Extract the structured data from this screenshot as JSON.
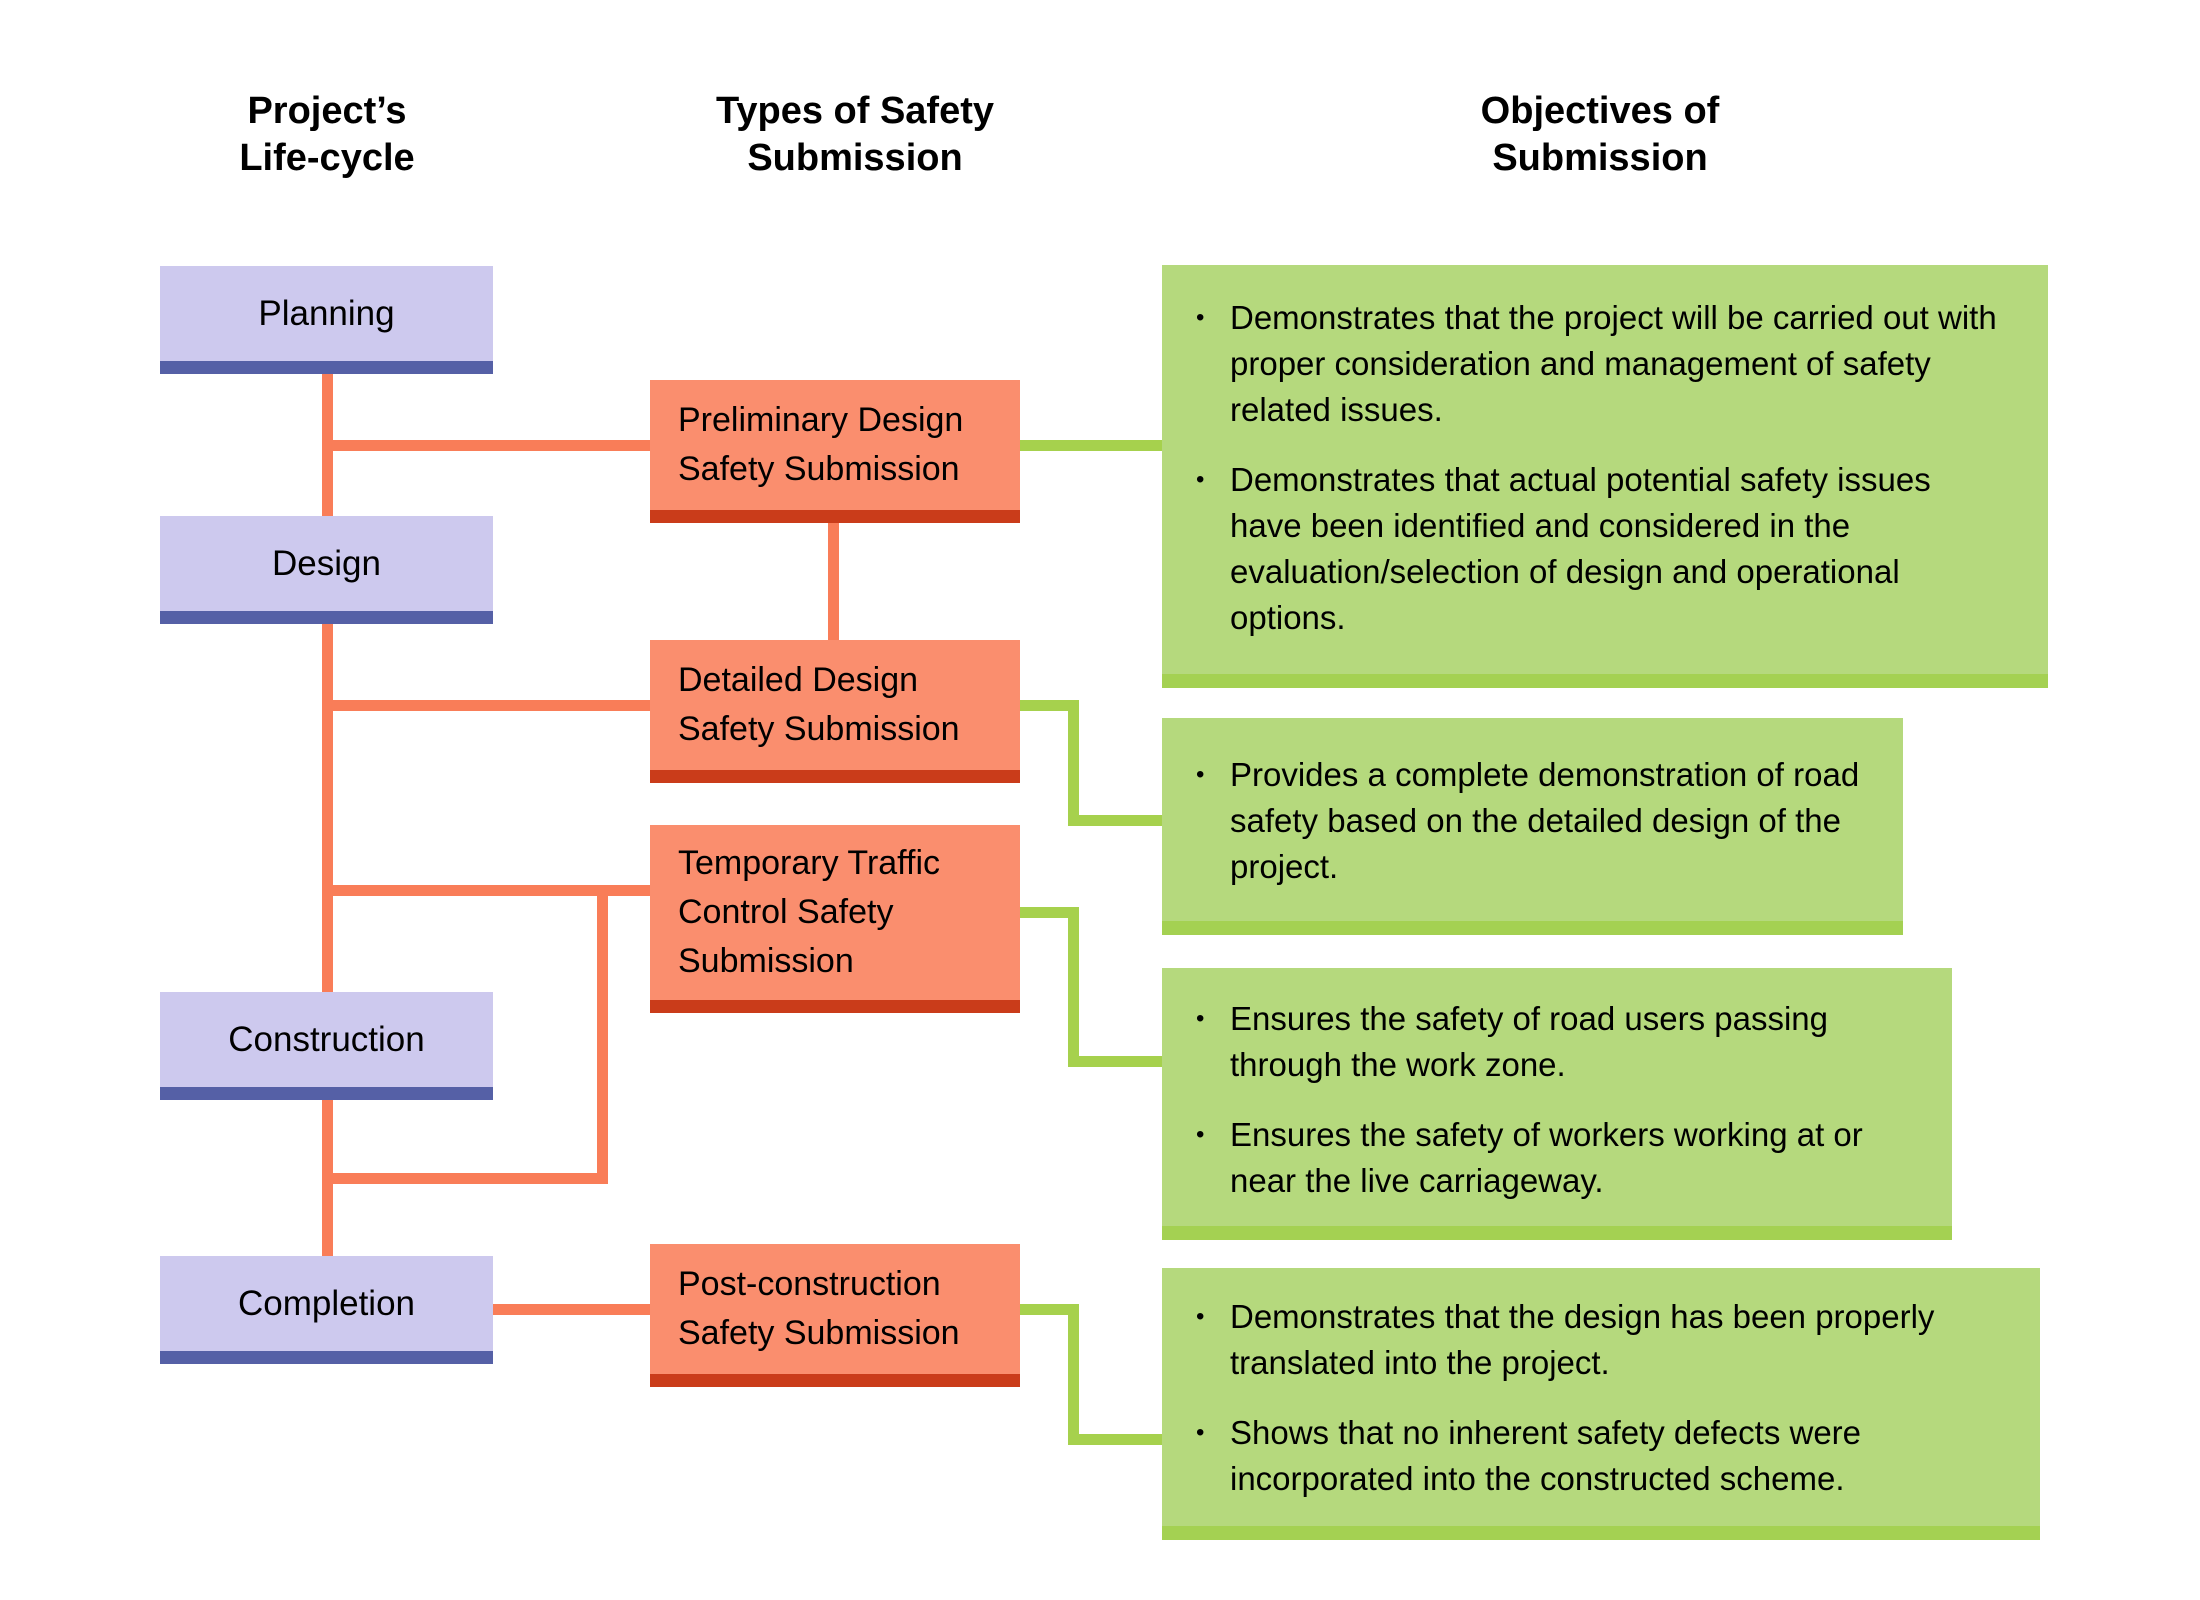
{
  "headers": {
    "lifecycle": "Project’s\nLife-cycle",
    "types": "Types of Safety\nSubmission",
    "objectives": "Objectives of\nSubmission"
  },
  "stages": [
    {
      "label": "Planning"
    },
    {
      "label": "Design"
    },
    {
      "label": "Construction"
    },
    {
      "label": "Completion"
    }
  ],
  "submissions": [
    {
      "label": "Preliminary Design Safety Submission"
    },
    {
      "label": "Detailed Design Safety Submission"
    },
    {
      "label": "Temporary Traffic Control Safety Submission"
    },
    {
      "label": "Post-construction Safety Submission"
    }
  ],
  "objectives": [
    {
      "bullets": [
        "Demonstrates that the project will be carried out with proper consideration and management of safety related issues.",
        "Demonstrates that actual potential safety issues have been identified and considered in the evaluation/selection of design and operational options."
      ]
    },
    {
      "bullets": [
        "Provides a complete demonstration of road safety based on the detailed design of the project."
      ]
    },
    {
      "bullets": [
        "Ensures the safety of road users passing through the work zone.",
        "Ensures the safety of workers working at or near the live carriageway."
      ]
    },
    {
      "bullets": [
        "Demonstrates that the design has been properly translated into the project.",
        "Shows that no inherent safety defects were incorporated into the constructed scheme."
      ]
    }
  ],
  "glyphs": {
    "bullet": "•"
  },
  "colors": {
    "stage_fill": "#cdc9ee",
    "stage_edge": "#5560a6",
    "submission_fill": "#fa8e6e",
    "submission_edge": "#ca3c1a",
    "objective_fill": "#b5d97d",
    "objective_edge": "#a4d152",
    "lifecycle_line": "#f97d58",
    "objective_line": "#a6d14d"
  }
}
